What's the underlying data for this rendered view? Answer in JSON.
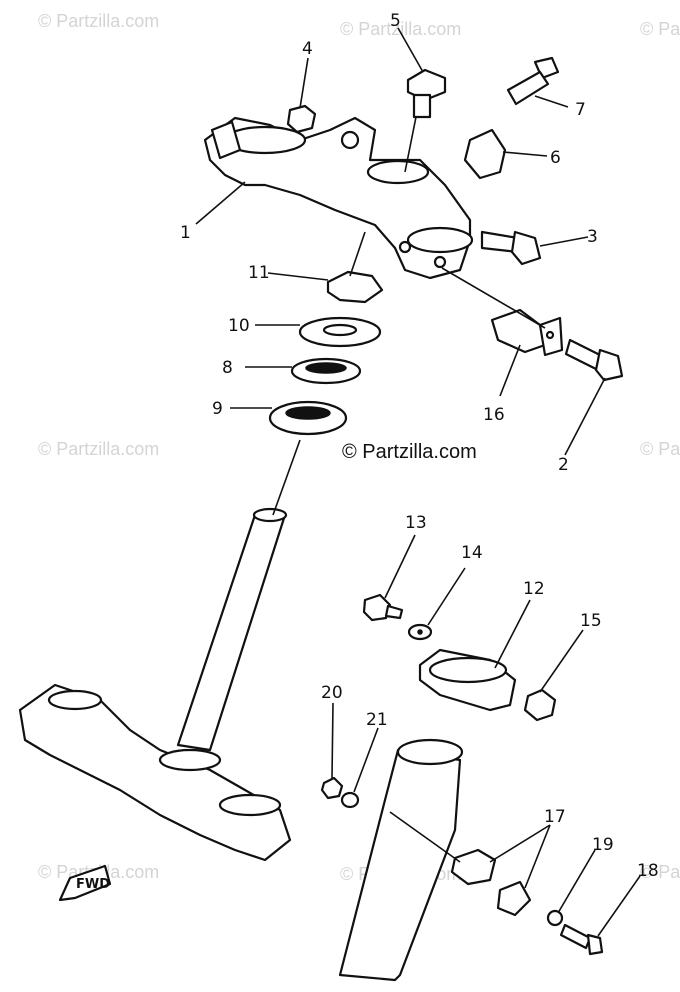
{
  "watermark": "© Partzilla.com",
  "copyright": "© Partzilla.com",
  "fwd_label": "FWD",
  "callouts": [
    {
      "id": "1",
      "text": "1"
    },
    {
      "id": "2",
      "text": "2"
    },
    {
      "id": "3",
      "text": "3"
    },
    {
      "id": "4",
      "text": "4"
    },
    {
      "id": "5",
      "text": "5"
    },
    {
      "id": "6",
      "text": "6"
    },
    {
      "id": "7",
      "text": "7"
    },
    {
      "id": "8",
      "text": "8"
    },
    {
      "id": "9",
      "text": "9"
    },
    {
      "id": "10",
      "text": "10"
    },
    {
      "id": "11",
      "text": "11"
    },
    {
      "id": "12",
      "text": "12"
    },
    {
      "id": "13",
      "text": "13"
    },
    {
      "id": "14",
      "text": "14"
    },
    {
      "id": "15",
      "text": "15"
    },
    {
      "id": "16",
      "text": "16"
    },
    {
      "id": "17",
      "text": "17"
    },
    {
      "id": "18",
      "text": "18"
    },
    {
      "id": "19",
      "text": "19"
    },
    {
      "id": "20",
      "text": "20"
    },
    {
      "id": "21",
      "text": "21"
    }
  ]
}
